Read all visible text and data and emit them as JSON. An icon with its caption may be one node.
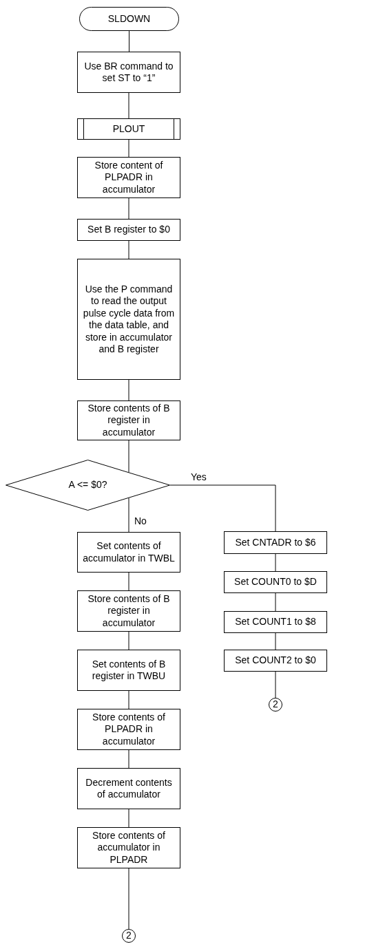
{
  "diagram": {
    "nodes": [
      {
        "text": [
          "SLDOWN"
        ]
      },
      {
        "text": [
          "Use BR command to set ST to “1”"
        ]
      },
      {
        "text": [
          "PLOUT"
        ]
      },
      {
        "text": [
          "Store content of PLPADR in accumulator"
        ]
      },
      {
        "text": [
          "Set B register to $0"
        ]
      },
      {
        "text": [
          "Use the P command to read the output pulse cycle data from the data table, and store in accumulator and B register"
        ]
      },
      {
        "text": [
          "Store contents of B register in accumulator"
        ]
      },
      {
        "text": [
          "A <= $0?"
        ]
      },
      {
        "text": [
          "Set contents of accumulator in TWBL"
        ]
      },
      {
        "text": [
          "Store contents of B register in accumulator"
        ]
      },
      {
        "text": [
          "Set contents of B register in TWBU"
        ]
      },
      {
        "text": [
          "Store contents of PLPADR in accumulator"
        ]
      },
      {
        "text": [
          "Decrement contents of accumulator"
        ]
      },
      {
        "text": [
          "Store contents of accumulator in PLPADR"
        ]
      },
      {
        "text": [
          "2"
        ]
      },
      {
        "text": [
          "Set CNTADR to $6"
        ]
      },
      {
        "text": [
          "Set COUNT0 to $D"
        ]
      },
      {
        "text": [
          "Set COUNT1 to $8"
        ]
      },
      {
        "text": [
          "Set COUNT2 to $0"
        ]
      },
      {
        "text": [
          "2"
        ]
      }
    ],
    "edges": [
      {
        "from": 0,
        "to": 1,
        "arrow": "none"
      },
      {
        "from": 1,
        "to": 2,
        "arrow": "none"
      },
      {
        "from": 2,
        "to": 3,
        "arrow": "none"
      },
      {
        "from": 3,
        "to": 4,
        "arrow": "none"
      },
      {
        "from": 4,
        "to": 5,
        "arrow": "none"
      },
      {
        "from": 5,
        "to": 6,
        "arrow": "none"
      },
      {
        "from": 6,
        "to": 7,
        "arrow": "none"
      },
      {
        "from": 7,
        "to": 15,
        "arrow": "none",
        "label": "Yes"
      },
      {
        "from": 7,
        "to": 8,
        "arrow": "none",
        "label": "No"
      },
      {
        "from": 8,
        "to": 9,
        "arrow": "none"
      },
      {
        "from": 9,
        "to": 10,
        "arrow": "none"
      },
      {
        "from": 10,
        "to": 11,
        "arrow": "none"
      },
      {
        "from": 11,
        "to": 12,
        "arrow": "none"
      },
      {
        "from": 12,
        "to": 13,
        "arrow": "none"
      },
      {
        "from": 13,
        "to": 14,
        "arrow": "none"
      },
      {
        "from": 15,
        "to": 16,
        "arrow": "none"
      },
      {
        "from": 16,
        "to": 17,
        "arrow": "none"
      },
      {
        "from": 17,
        "to": 18,
        "arrow": "none"
      },
      {
        "from": 18,
        "to": 19,
        "arrow": "none"
      }
    ]
  }
}
